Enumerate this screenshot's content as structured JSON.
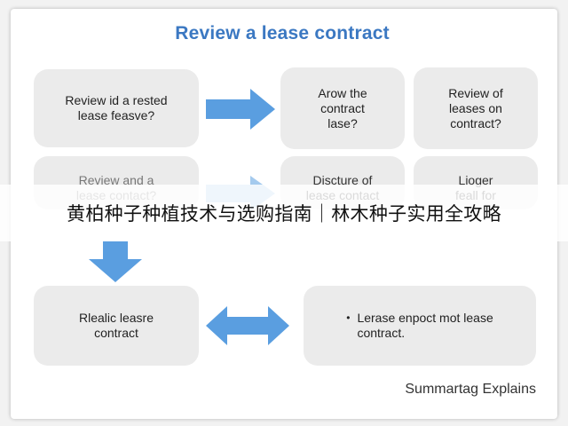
{
  "title": "Review a lease contract",
  "boxes": {
    "top_left": "Review id a rested\nlease feasve?",
    "top_mid": "Arow the\ncontract\nlase?",
    "top_right": "Review of\nleases on\ncontract?",
    "mid_left": "Review and a\nlease contact?",
    "mid_mid": "Discture of\nlease contact",
    "mid_right": "Lioger\nfeall for",
    "bottom_left": "Rlealic leasre\ncontract",
    "bottom_right_bullet": "•",
    "bottom_right": "Lerase enpoct mot lease\ncontract."
  },
  "banner": "黄柏种子种植技术与选购指南｜林木种子实用全攻略",
  "footer": "Summartag Explains",
  "colors": {
    "title": "#3b78c2",
    "arrow": "#5a9ee0",
    "box": "#ebebeb"
  },
  "icons": [
    "arrow-right-icon",
    "arrow-down-icon",
    "double-arrow-icon"
  ]
}
